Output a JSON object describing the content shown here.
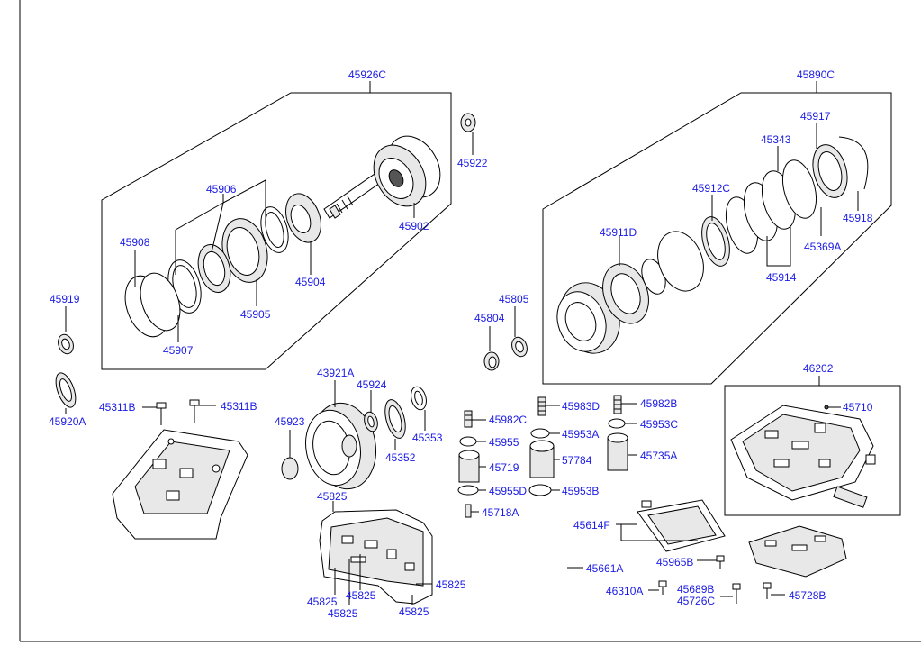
{
  "diagram": {
    "labels": {
      "l45926C": "45926C",
      "l45922": "45922",
      "l45906": "45906",
      "l45908": "45908",
      "l45902": "45902",
      "l45904": "45904",
      "l45905": "45905",
      "l45907": "45907",
      "l45919": "45919",
      "l45920A": "45920A",
      "l45311B_a": "45311B",
      "l45311B_b": "45311B",
      "l45890C": "45890C",
      "l45917": "45917",
      "l45343": "45343",
      "l45912C": "45912C",
      "l45911D": "45911D",
      "l45918": "45918",
      "l45369A": "45369A",
      "l45914": "45914",
      "l45805": "45805",
      "l45804": "45804",
      "l43921A": "43921A",
      "l45924": "45924",
      "l45923": "45923",
      "l45353": "45353",
      "l45352": "45352",
      "l45983D": "45983D",
      "l45982B": "45982B",
      "l45982C": "45982C",
      "l45953C": "45953C",
      "l45953A": "45953A",
      "l45955": "45955",
      "l45719": "45719",
      "l57784": "57784",
      "l45735A": "45735A",
      "l45955D": "45955D",
      "l45953B": "45953B",
      "l45718A": "45718A",
      "l46202": "46202",
      "l45710": "45710",
      "l45614F": "45614F",
      "l45825_top": "45825",
      "l45825_r": "45825",
      "l45825_l1": "45825",
      "l45825_l2": "45825",
      "l45825_b1": "45825",
      "l45825_b2": "45825",
      "l45661A": "45661A",
      "l45965B": "45965B",
      "l46310A": "46310A",
      "l45689B": "45689B",
      "l45726C": "45726C",
      "l45728B": "45728B"
    }
  }
}
